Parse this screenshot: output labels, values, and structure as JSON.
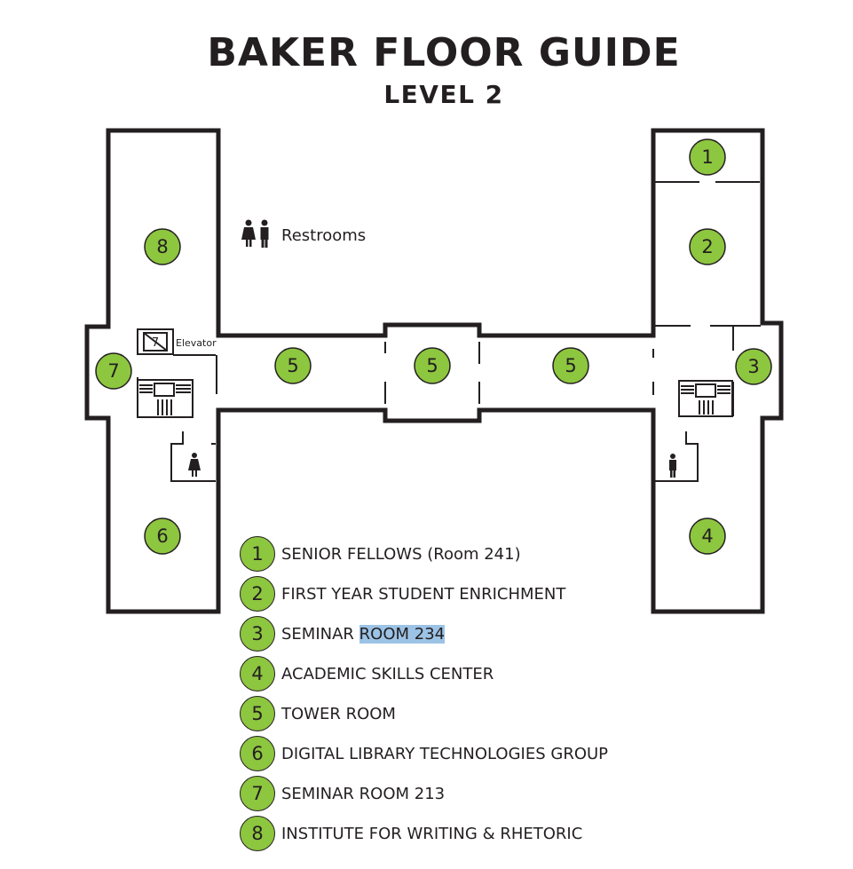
{
  "title": "BAKER FLOOR GUIDE",
  "subtitle": "LEVEL 2",
  "map_labels": {
    "restrooms": "Restrooms",
    "elevator": "Elevator",
    "elevator_number": "7"
  },
  "markers": [
    {
      "number": "1"
    },
    {
      "number": "2"
    },
    {
      "number": "3"
    },
    {
      "number": "4"
    },
    {
      "number": "5"
    },
    {
      "number": "5"
    },
    {
      "number": "5"
    },
    {
      "number": "6"
    },
    {
      "number": "7"
    },
    {
      "number": "8"
    }
  ],
  "legend": [
    {
      "number": "1",
      "text": "SENIOR FELLOWS (Room 241)"
    },
    {
      "number": "2",
      "text": "FIRST YEAR STUDENT ENRICHMENT"
    },
    {
      "number": "3",
      "text_plain": "SEMINAR ",
      "text_highlight": "ROOM 234"
    },
    {
      "number": "4",
      "text": "ACADEMIC SKILLS CENTER"
    },
    {
      "number": "5",
      "text": "TOWER ROOM"
    },
    {
      "number": "6",
      "text": "DIGITAL LIBRARY TECHNOLOGIES GROUP"
    },
    {
      "number": "7",
      "text": "SEMINAR ROOM 213"
    },
    {
      "number": "8",
      "text": "INSTITUTE FOR WRITING & RHETORIC"
    }
  ],
  "colors": {
    "marker_fill": "#8dc63f",
    "highlight": "#9cc3e6",
    "wall": "#231f20"
  }
}
